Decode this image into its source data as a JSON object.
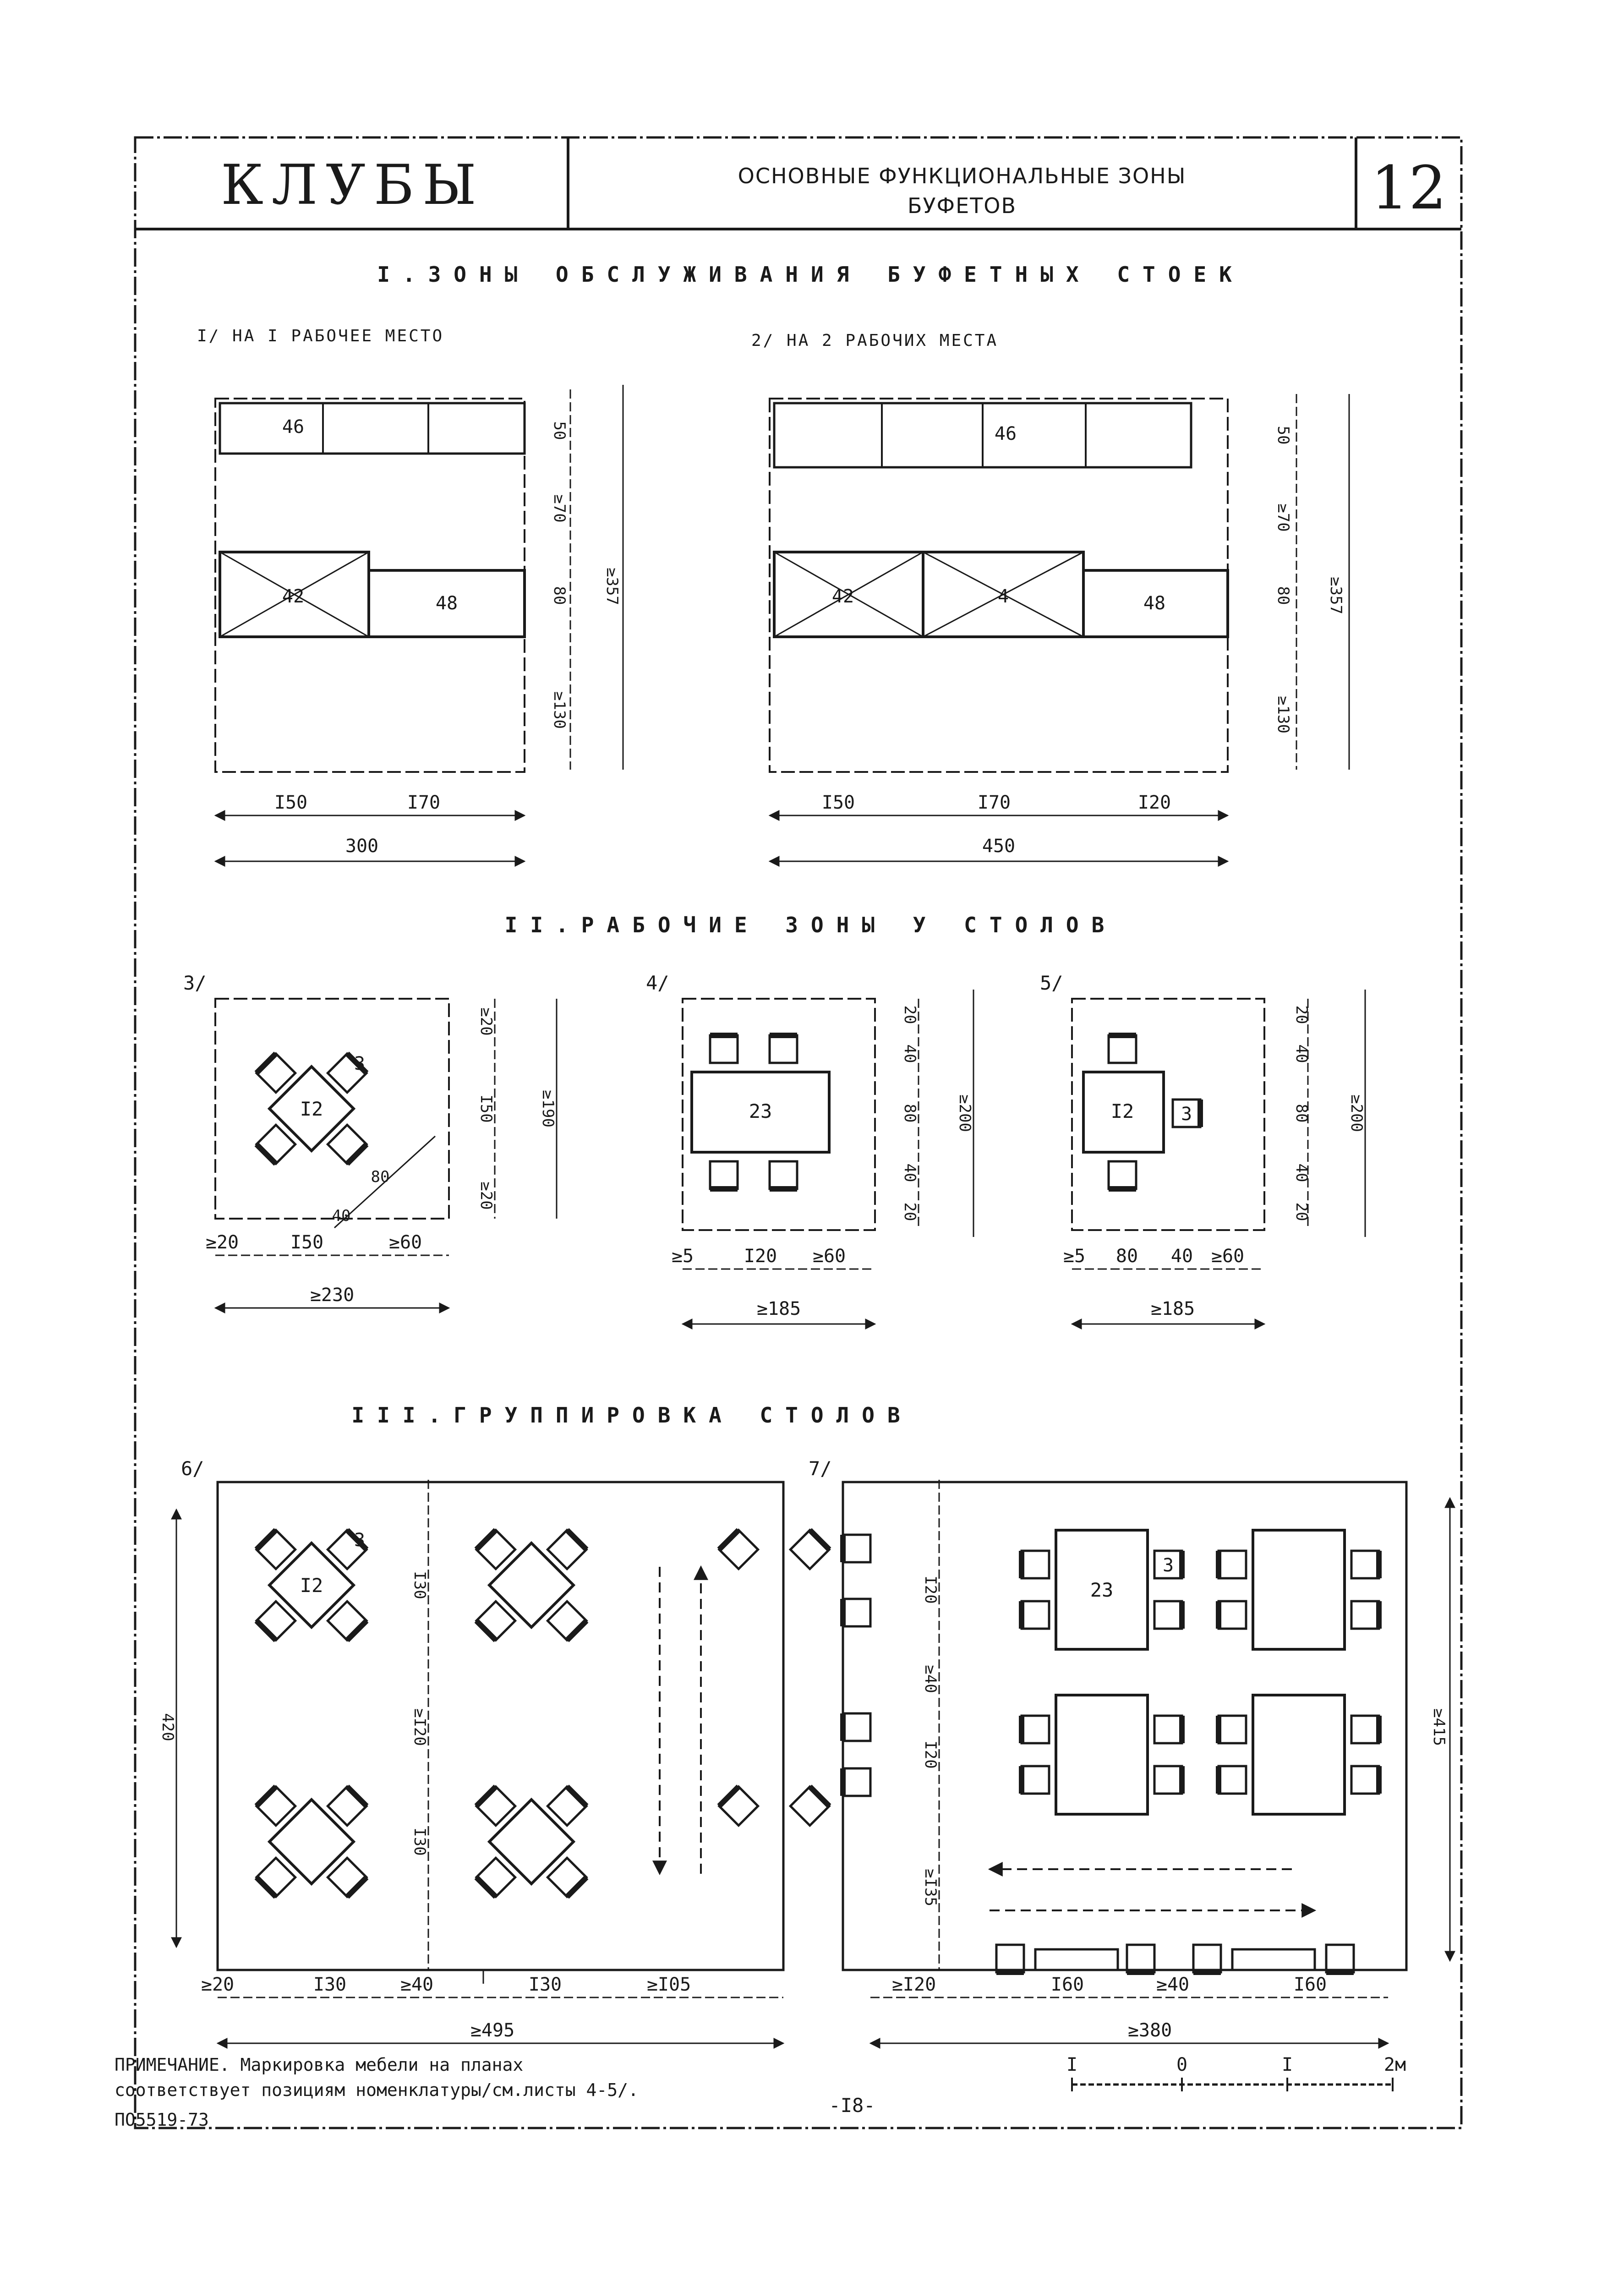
{
  "header": {
    "title": "КЛУБЫ",
    "subtitle_line1": "ОСНОВНЫЕ ФУНКЦИОНАЛЬНЫЕ ЗОНЫ",
    "subtitle_line2": "БУФЕТОВ",
    "sheet_number": "12"
  },
  "section1": {
    "title": "I.ЗОНЫ ОБСЛУЖИВАНИЯ БУФЕТНЫХ СТОЕК",
    "fig1": {
      "caption": "I/ НА I РАБОЧЕЕ МЕСТО",
      "labels": {
        "shelf": "46",
        "counter_a": "42",
        "counter_b": "48"
      },
      "dims": {
        "d50": "50",
        "d70": "≥70",
        "d80": "80",
        "d130": "≥130",
        "total_h": "≥357",
        "w150": "I50",
        "w170": "I70",
        "total_w": "300"
      }
    },
    "fig2": {
      "caption": "2/ НА 2 РАБОЧИХ МЕСТА",
      "labels": {
        "shelf": "46",
        "counter_a": "42",
        "counter_b": "4",
        "counter_c": "48"
      },
      "dims": {
        "d50": "50",
        "d70": "≥70",
        "d80": "80",
        "d130": "≥130",
        "total_h": "≥357",
        "w150": "I50",
        "w170": "I70",
        "w120": "I20",
        "total_w": "450"
      }
    }
  },
  "section2": {
    "title": "II.РАБОЧИЕ ЗОНЫ У СТОЛОВ",
    "fig3": {
      "caption": "3/",
      "labels": {
        "table": "I2",
        "chair": "3"
      },
      "dims": {
        "top": "≥20",
        "mid": "I50",
        "bot": "≥20",
        "total_h": "≥190",
        "left": "≥20",
        "center": "I50",
        "right": "≥60",
        "total_w": "≥230",
        "diag": "80",
        "diag2": "40"
      }
    },
    "fig4": {
      "caption": "4/",
      "labels": {
        "table": "23"
      },
      "dims": {
        "d20": "20",
        "d40": "40",
        "d80": "80",
        "total_h": "≥200",
        "left": "≥5",
        "center": "I20",
        "right": "≥60",
        "total_w": "≥185"
      }
    },
    "fig5": {
      "caption": "5/",
      "labels": {
        "table": "I2",
        "chair": "3"
      },
      "dims": {
        "d20": "20",
        "d40": "40",
        "d80": "80",
        "total_h": "≥200",
        "left": "≥5",
        "c1": "80",
        "c2": "40",
        "right": "≥60",
        "total_w": "≥185"
      }
    }
  },
  "section3": {
    "title": "III.ГРУППИРОВКА СТОЛОВ",
    "fig6": {
      "caption": "6/",
      "labels": {
        "table": "I2",
        "chair": "3"
      },
      "dims": {
        "total_h": "420",
        "d130a": "I30",
        "d120": "≥I20",
        "d130b": "I30",
        "left": "≥20",
        "c1": "I30",
        "mid": "≥40",
        "c2": "I30",
        "right": "≥I05",
        "total_w": "≥495"
      }
    },
    "fig7": {
      "caption": "7/",
      "labels": {
        "table": "23",
        "chair": "3"
      },
      "dims": {
        "d120a": "I20",
        "d40": "≥40",
        "d120b": "I20",
        "d135": "≥I35",
        "total_h": "≥415",
        "left": "≥I20",
        "c1": "I60",
        "mid": "≥40",
        "c2": "I60",
        "total_w": "≥380"
      }
    }
  },
  "footer": {
    "note_line1": "ПРИМЕЧАНИЕ. Маркировка мебели на планах",
    "note_line2": "соответствует позициям номенклатуры/см.листы 4-5/.",
    "code": "ПО5519-73",
    "page": "-I8-",
    "scale": {
      "s1": "I",
      "s0": "0",
      "s1b": "I",
      "s2": "2м"
    }
  }
}
